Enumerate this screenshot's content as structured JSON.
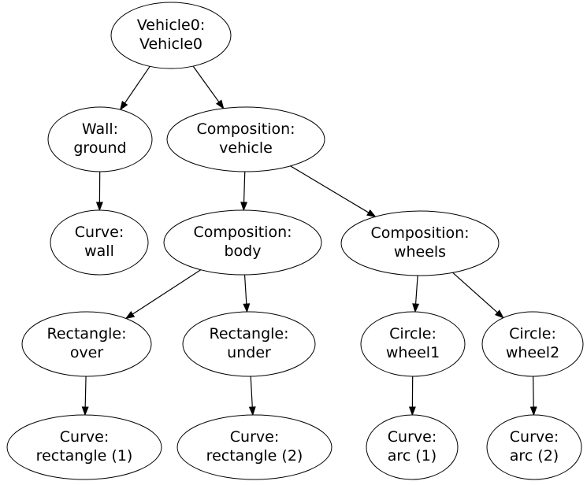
{
  "diagram": {
    "type": "tree-graph",
    "background_color": "#ffffff",
    "node_fill_color": "#ffffff",
    "node_stroke_color": "#000000",
    "text_color": "#000000",
    "edge_color": "#000000",
    "nodes": [
      {
        "id": "vehicle0",
        "line1": "Vehicle0:",
        "line2": "Vehicle0"
      },
      {
        "id": "wall_ground",
        "line1": "Wall:",
        "line2": "ground"
      },
      {
        "id": "comp_vehicle",
        "line1": "Composition:",
        "line2": "vehicle"
      },
      {
        "id": "curve_wall",
        "line1": "Curve:",
        "line2": "wall"
      },
      {
        "id": "comp_body",
        "line1": "Composition:",
        "line2": "body"
      },
      {
        "id": "comp_wheels",
        "line1": "Composition:",
        "line2": "wheels"
      },
      {
        "id": "rect_over",
        "line1": "Rectangle:",
        "line2": "over"
      },
      {
        "id": "rect_under",
        "line1": "Rectangle:",
        "line2": "under"
      },
      {
        "id": "circle_wheel1",
        "line1": "Circle:",
        "line2": "wheel1"
      },
      {
        "id": "circle_wheel2",
        "line1": "Circle:",
        "line2": "wheel2"
      },
      {
        "id": "curve_rect1",
        "line1": "Curve:",
        "line2": "rectangle (1)"
      },
      {
        "id": "curve_rect2",
        "line1": "Curve:",
        "line2": "rectangle (2)"
      },
      {
        "id": "curve_arc1",
        "line1": "Curve:",
        "line2": "arc (1)"
      },
      {
        "id": "curve_arc2",
        "line1": "Curve:",
        "line2": "arc (2)"
      }
    ],
    "edges": [
      {
        "from": "vehicle0",
        "to": "wall_ground"
      },
      {
        "from": "vehicle0",
        "to": "comp_vehicle"
      },
      {
        "from": "wall_ground",
        "to": "curve_wall"
      },
      {
        "from": "comp_vehicle",
        "to": "comp_body"
      },
      {
        "from": "comp_vehicle",
        "to": "comp_wheels"
      },
      {
        "from": "comp_body",
        "to": "rect_over"
      },
      {
        "from": "comp_body",
        "to": "rect_under"
      },
      {
        "from": "comp_wheels",
        "to": "circle_wheel1"
      },
      {
        "from": "comp_wheels",
        "to": "circle_wheel2"
      },
      {
        "from": "rect_over",
        "to": "curve_rect1"
      },
      {
        "from": "rect_under",
        "to": "curve_rect2"
      },
      {
        "from": "circle_wheel1",
        "to": "curve_arc1"
      },
      {
        "from": "circle_wheel2",
        "to": "curve_arc2"
      }
    ]
  }
}
